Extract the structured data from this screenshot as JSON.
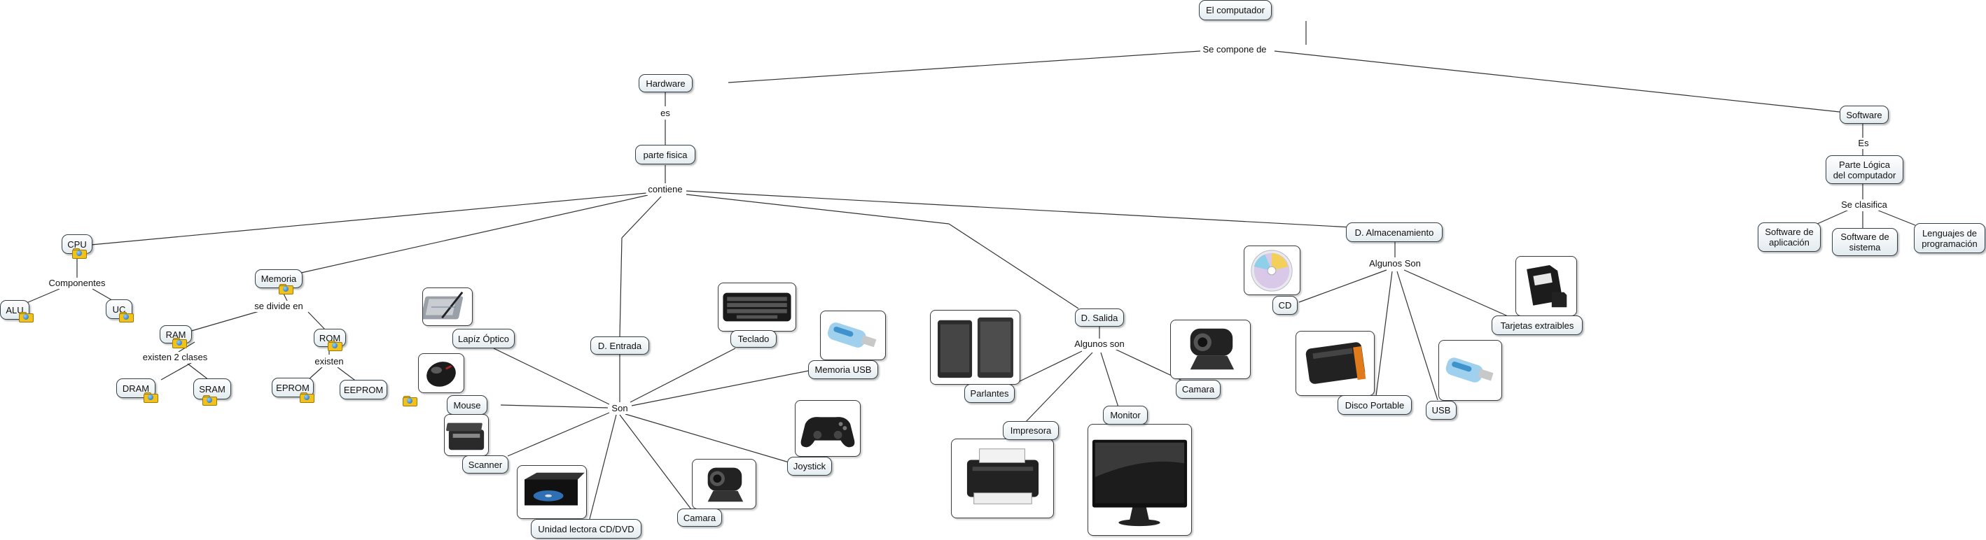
{
  "concepts": {
    "el_computador": "El computador",
    "hardware": "Hardware",
    "parte_fisica": "parte fisica",
    "software": "Software",
    "parte_logica": "Parte Lógica del computador",
    "sw_aplicacion": "Software de aplicación",
    "sw_sistema": "Software de sistema",
    "lenguajes": "Lenguajes de programación",
    "cpu": "CPU",
    "alu": "ALU",
    "uc": "UC",
    "memoria": "Memoria",
    "ram": "RAM",
    "rom": "ROM",
    "dram": "DRAM",
    "sram": "SRAM",
    "eprom": "EPROM",
    "eeprom": "EEPROM",
    "d_entrada": "D. Entrada",
    "lapiz_optico": "Lapíz Óptico",
    "mouse": "Mouse",
    "scanner": "Scanner",
    "unidad_lectora": "Unidad lectora CD/DVD",
    "camara_entrada": "Camara",
    "joystick": "Joystick",
    "memoria_usb": "Memoria USB",
    "teclado": "Teclado",
    "d_salida": "D. Salida",
    "parlantes": "Parlantes",
    "impresora": "Impresora",
    "monitor": "Monitor",
    "camara_salida": "Camara",
    "d_almacenamiento": "D. Almacenamiento",
    "cd": "CD",
    "disco_portable": "Disco Portable",
    "usb": "USB",
    "tarjetas": "Tarjetas extraibles"
  },
  "phrases": {
    "se_compone_de": "Se compone de",
    "es": "es",
    "contiene": "contiene",
    "es_software": "Es",
    "se_clasifica": "Se clasifica",
    "componentes": "Componentes",
    "se_divide_en": "se divide en",
    "existen_2_clases": "existen 2 clases",
    "existen": "existen",
    "son": "Son",
    "algunos_son_salida": "Algunos son",
    "algunos_son_almacen": "Algunos Son"
  },
  "icons": [
    "resource-folder-icon",
    "tablet-pen-image",
    "mouse-image",
    "scanner-image",
    "dvd-drive-image",
    "webcam-image",
    "keyboard-image",
    "usb-drive-image",
    "gamepad-image",
    "speakers-image",
    "printer-image",
    "monitor-image",
    "cd-disc-image",
    "portable-disk-image",
    "sd-card-image"
  ],
  "colors": {
    "line": "#333333",
    "node_border": "#33414a",
    "node_fill": "#e3ebef",
    "folder": "#f2c21b"
  }
}
